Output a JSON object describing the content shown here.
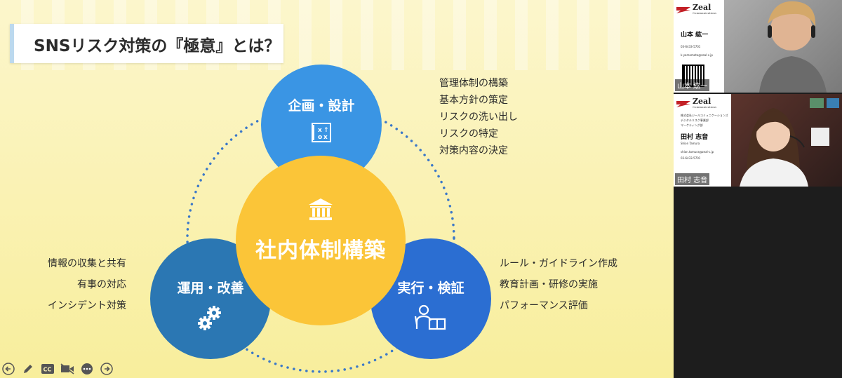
{
  "slide": {
    "title": "SNSリスク対策の『極意』とは？",
    "center": {
      "label": "社内体制構築",
      "icon": "bank-icon"
    },
    "plan": {
      "label": "企画・設計",
      "icon": "strategy-board-icon"
    },
    "run": {
      "label": "運用・改善",
      "icon": "gears-icon"
    },
    "exec": {
      "label": "実行・検証",
      "icon": "presenter-icon"
    },
    "plan_items": [
      "管理体制の構築",
      "基本方針の策定",
      "リスクの洗い出し",
      "リスクの特定",
      "対策内容の決定"
    ],
    "run_items": [
      "情報の収集と共有",
      "有事の対応",
      "インシデント対策"
    ],
    "exec_items": [
      "ルール・ガイドライン作成",
      "教育計画・研修の実施",
      "パフォーマンス評価"
    ],
    "colors": {
      "plan": "#3a95e4",
      "run": "#2b77b3",
      "exec": "#2b6ed2",
      "center": "#fbc538",
      "dots": "#3b78c8"
    }
  },
  "toolbar": {
    "icons": [
      "back-arrow-icon",
      "pen-icon",
      "captions-icon",
      "video-off-icon",
      "more-icon",
      "forward-arrow-icon"
    ],
    "captions_label": "CC"
  },
  "video": {
    "participant1": {
      "name_tag": "山本 紘一",
      "card_logo": "Zeal",
      "card_logo_sub": "Communications",
      "card_name": "山本 紘一",
      "card_phone": "03-6433-5701",
      "card_email": "k-yamamoto@zeal-c.jp"
    },
    "participant2": {
      "name_tag": "田村 志音",
      "card_logo": "Zeal",
      "card_logo_sub": "Communications",
      "card_company": "株式会社ジールコミュニケーションズ",
      "card_dept": "デジタルリスク事業部",
      "card_team": "マーケティング部",
      "card_name": "田村 志音",
      "card_name_en": "Shion Tamura",
      "card_email": "shion.tamura@zeal-c.jp",
      "card_phone": "03-6433-5701"
    }
  }
}
